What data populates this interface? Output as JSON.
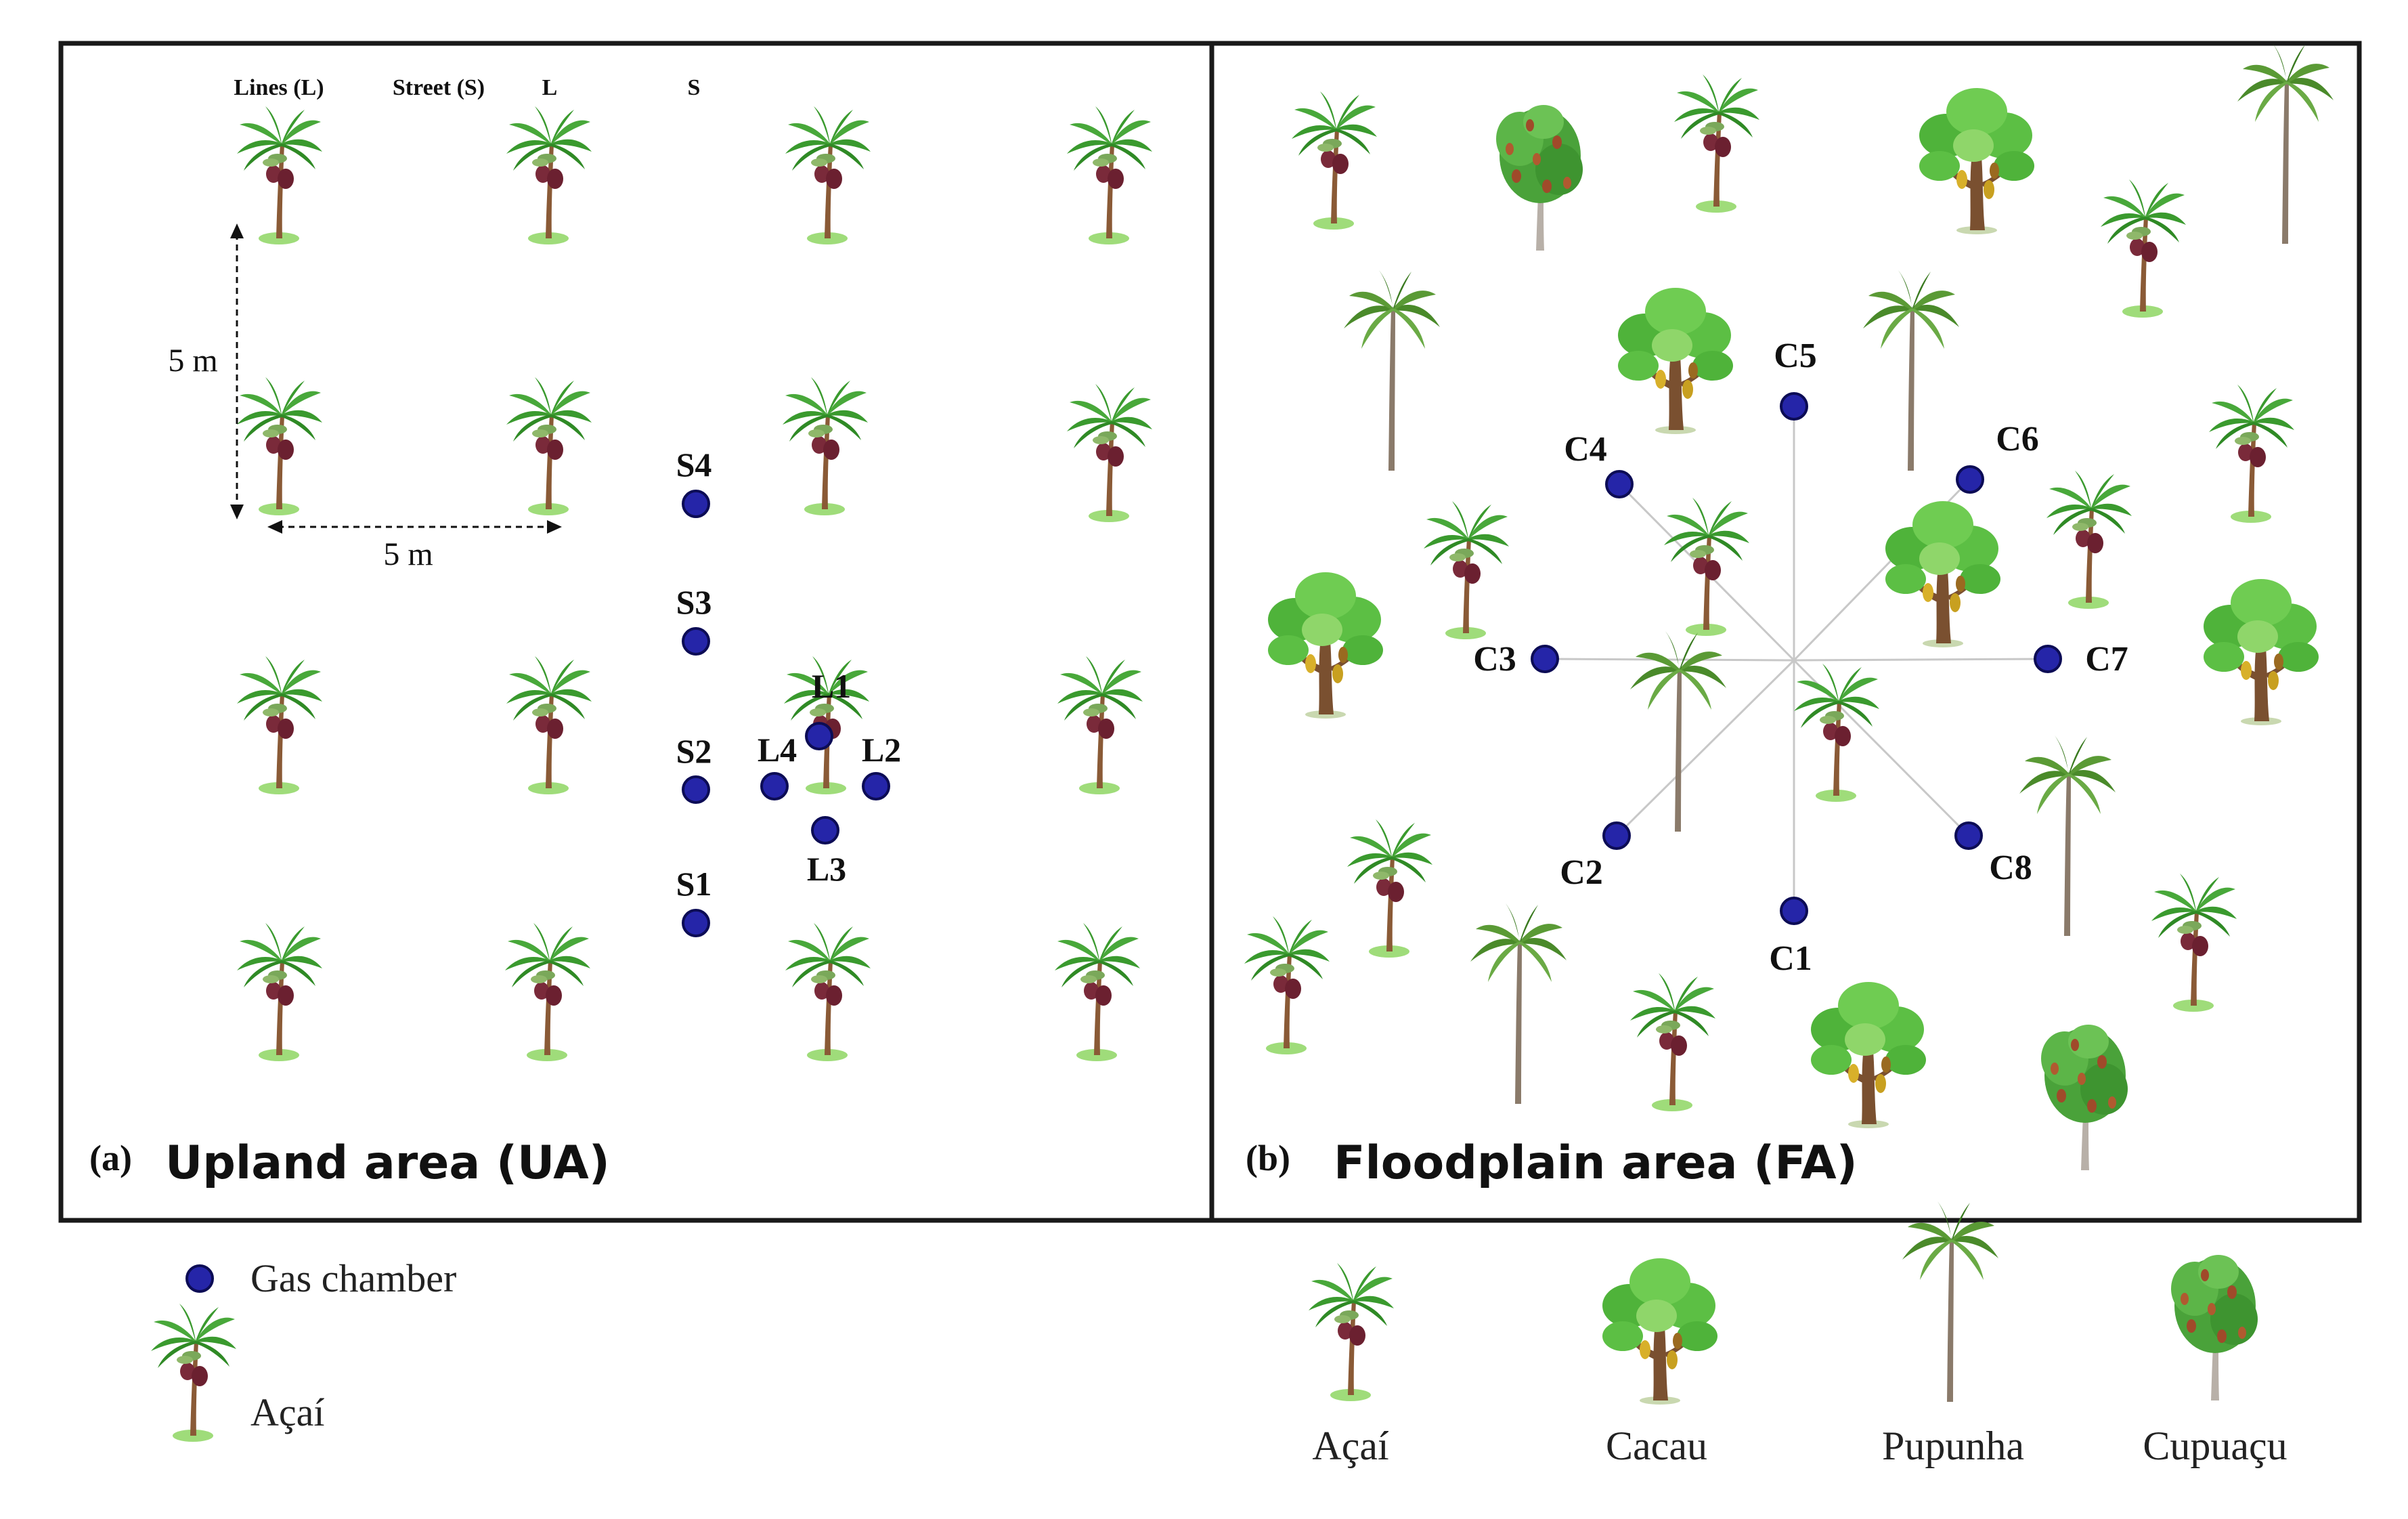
{
  "panel_a": {
    "letter": "(a)",
    "title": "Upland area (UA)",
    "headers": {
      "lines": "Lines (L)",
      "street": "Street (S)",
      "l": "L",
      "s": "S"
    },
    "scale": {
      "vertical": "5 m",
      "horizontal": "5 m"
    },
    "chambers": [
      "S4",
      "S3",
      "S2",
      "S1",
      "L1",
      "L2",
      "L3",
      "L4"
    ]
  },
  "panel_b": {
    "letter": "(b)",
    "title": "Floodplain area (FA)",
    "chambers": [
      "C1",
      "C2",
      "C3",
      "C4",
      "C5",
      "C6",
      "C7",
      "C8"
    ]
  },
  "legend_left": {
    "gas_chamber": "Gas chamber",
    "acai": "Açaí"
  },
  "legend_right": {
    "acai": "Açaí",
    "cacau": "Cacau",
    "pupunha": "Pupunha",
    "cupuacu": "Cupuaçu"
  },
  "colors": {
    "chamber_fill": "#2525a8",
    "chamber_stroke": "#0c0c55",
    "leaf": "#3a9a2e",
    "leaf_light": "#7acb47",
    "trunk": "#8a5a36",
    "fruit": "#7a2a3a",
    "ground": "#9fdc7a",
    "frame": "#1a1a1a"
  },
  "icons": [
    "acai-palm-icon",
    "cacau-tree-icon",
    "pupunha-palm-icon",
    "cupuacu-tree-icon",
    "gas-chamber-icon"
  ]
}
